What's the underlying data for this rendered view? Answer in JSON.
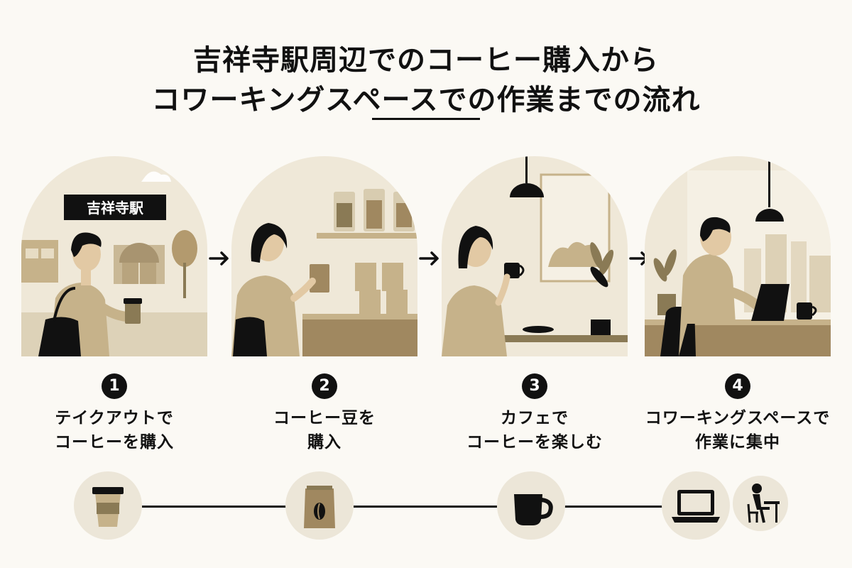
{
  "title": {
    "line1": "吉祥寺駅周辺でのコーヒー購入から",
    "line2": "コワーキングスペースでの作業までの流れ"
  },
  "station_sign": "吉祥寺駅",
  "steps": [
    {
      "number": "1",
      "line1": "テイクアウトで",
      "line2": "コーヒーを購入",
      "icon": "takeaway-cup-icon"
    },
    {
      "number": "2",
      "line1": "コーヒー豆を",
      "line2": "購入",
      "icon": "coffee-bean-bag-icon"
    },
    {
      "number": "3",
      "line1": "カフェで",
      "line2": "コーヒーを楽しむ",
      "icon": "coffee-mug-icon"
    },
    {
      "number": "4",
      "line1": "コワーキングスペースで",
      "line2": "作業に集中",
      "icon": "laptop-icon"
    }
  ],
  "extra_icon": "person-at-desk-icon",
  "colors": {
    "background": "#fbf9f4",
    "tan": "#c6b28a",
    "beige": "#efe8d8",
    "olive": "#8a7a55",
    "ink": "#111111"
  }
}
